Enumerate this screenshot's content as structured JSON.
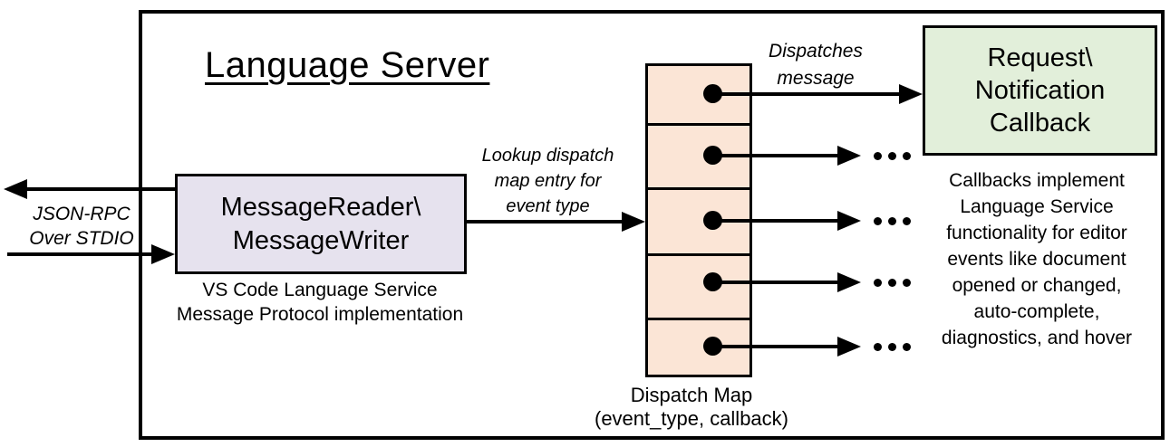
{
  "title": "Language Server",
  "io": {
    "label": "JSON-RPC\nOver STDIO"
  },
  "reader_box": {
    "label": "MessageReader\\\nMessageWriter",
    "caption": "VS Code Language Service\nMessage Protocol implementation",
    "fill": "#e6e2ee"
  },
  "lookup": {
    "label": "Lookup dispatch\nmap entry for\nevent type"
  },
  "dispatch": {
    "label": "Dispatches\nmessage"
  },
  "dispatch_map": {
    "label": "Dispatch Map\n(event_type, callback)",
    "fill": "#fbe5d6",
    "entry_count": 5
  },
  "callback_box": {
    "label": "Request\\\nNotification\nCallback",
    "caption": "Callbacks implement\nLanguage Service\nfunctionality for editor\nevents like document\nopened or changed,\nauto-complete,\ndiagnostics, and hover",
    "fill": "#e2efda"
  },
  "colors": {
    "line": "#000000",
    "background": "#ffffff"
  },
  "icons": {
    "ellipsis": "three-dots",
    "arrowhead": "filled-triangle",
    "map_entry": "filled-dot"
  }
}
